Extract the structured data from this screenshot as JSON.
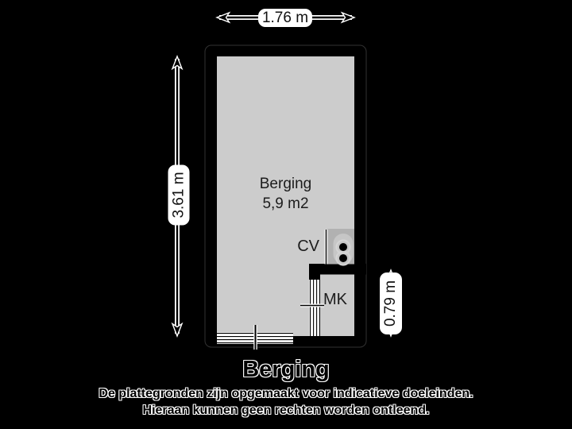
{
  "floorplan": {
    "dimensions": {
      "width_label": "1.76 m",
      "height_label": "3.61 m",
      "mk_height_label": "0.79 m"
    },
    "room": {
      "name": "Berging",
      "area": "5,9 m2"
    },
    "fixtures": {
      "cv_label": "CV",
      "mk_label": "MK"
    }
  },
  "footer": {
    "title": "Berging",
    "disclaimer_line1": "De plattegronden zijn opgemaakt voor indicatieve doeleinden.",
    "disclaimer_line2": "Hieraan kunnen geen rechten worden ontleend."
  },
  "colors": {
    "background": "#000000",
    "wall": "#000000",
    "floor": "#cccccc",
    "cv_unit": "#b1b1b1",
    "label_background": "#ffffff",
    "line": "#000000"
  }
}
